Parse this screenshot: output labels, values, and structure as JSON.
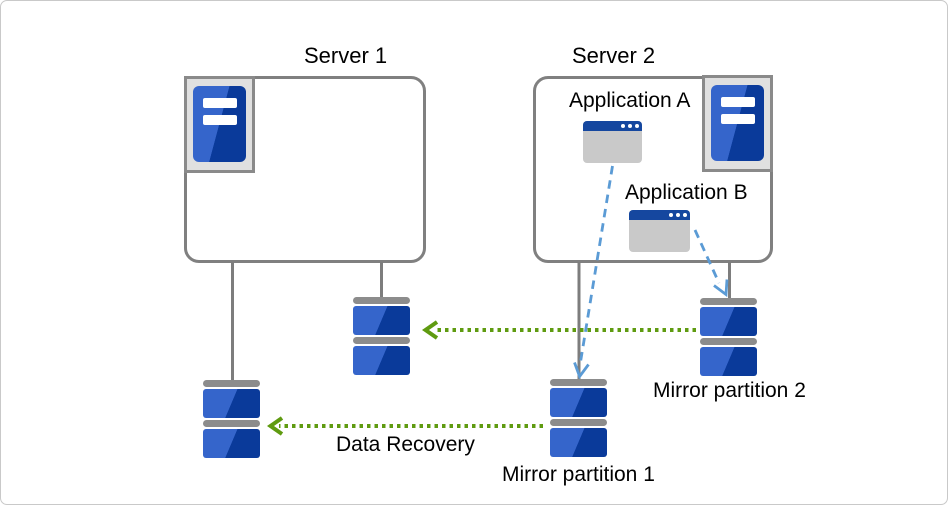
{
  "colors": {
    "accent_green": "#5f9b10",
    "dash_blue": "#5b9bd5",
    "disk_light": "#3565cb",
    "disk_dark": "#0a3a9a",
    "titlebar_blue": "#15479f",
    "connector_gray": "#7d7d7d",
    "box_border_gray": "#808080",
    "icon_frame_gray": "#8a8a8a",
    "icon_bg_gray": "#e0e0e0",
    "window_body_gray": "#c9c9c9",
    "disk_cap_gray": "#8c8c8c",
    "outer_border_gray": "#c9c9c9"
  },
  "nodes": {
    "server1": {
      "label": "Server 1"
    },
    "server2": {
      "label": "Server 2",
      "applications": [
        {
          "label": "Application A"
        },
        {
          "label": "Application B"
        }
      ]
    },
    "partitions": {
      "mirror1": {
        "label": "Mirror partition 1"
      },
      "mirror2": {
        "label": "Mirror partition 2"
      }
    }
  },
  "annotations": {
    "data_recovery": "Data Recovery"
  },
  "icons": [
    "server-icon",
    "app-window-icon",
    "disk-partition-icon",
    "green-dotted-arrow",
    "blue-dashed-arrow"
  ]
}
